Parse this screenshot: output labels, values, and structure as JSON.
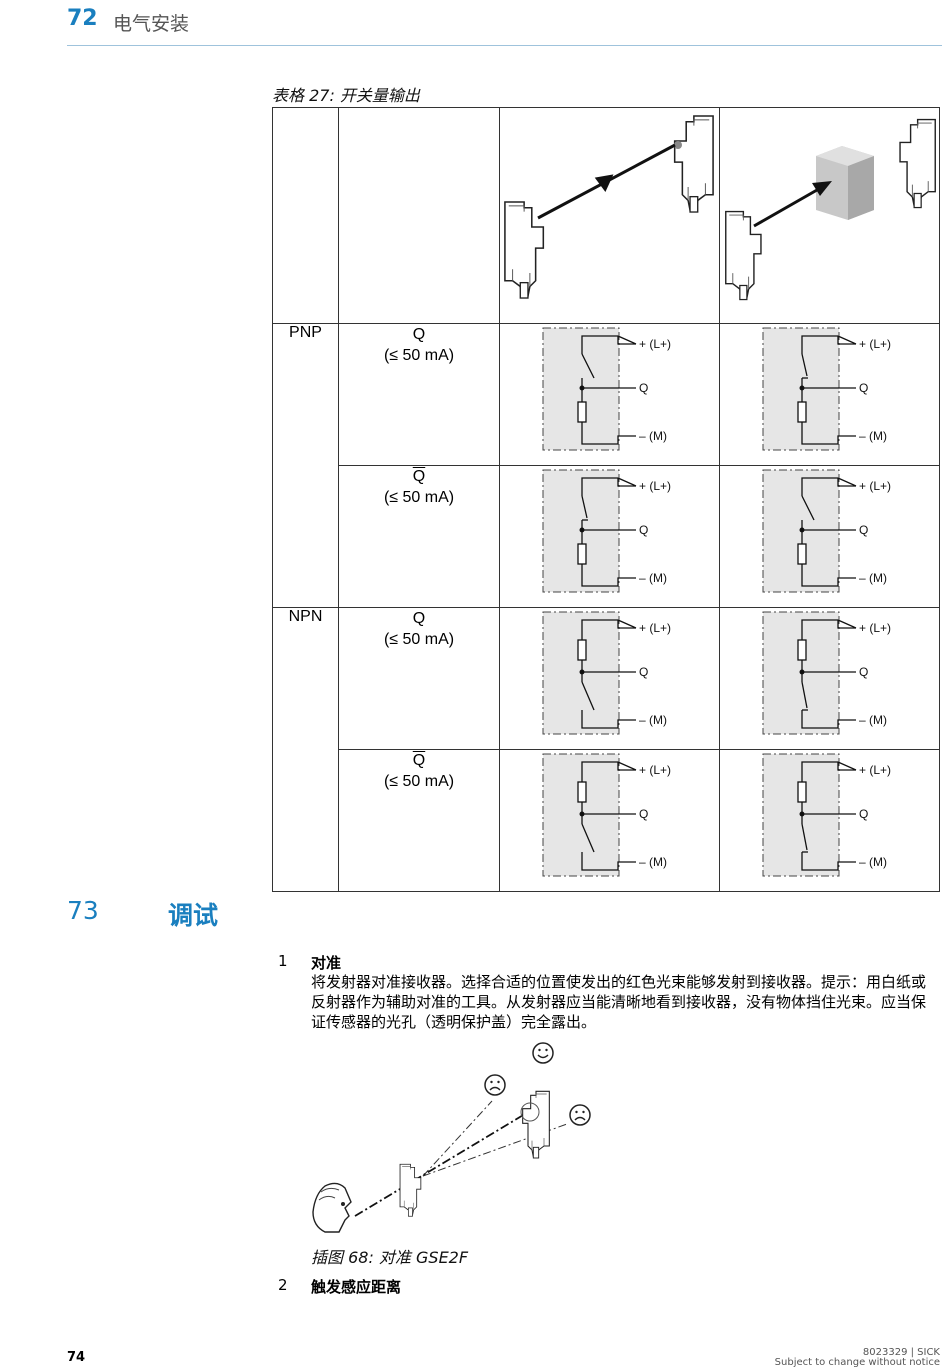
{
  "header": {
    "chapter_number": "72",
    "chapter_title": "电气安装"
  },
  "table": {
    "caption": "表格 27: 开关量输出",
    "rows": [
      {
        "type": "PNP",
        "signal": "Q",
        "current": "(≤ 50 mA)",
        "inverted": false
      },
      {
        "type": "",
        "signal": "Q",
        "current": "(≤ 50 mA)",
        "inverted": true
      },
      {
        "type": "NPN",
        "signal": "Q",
        "current": "(≤ 50 mA)",
        "inverted": false
      },
      {
        "type": "",
        "signal": "Q",
        "current": "(≤ 50 mA)",
        "inverted": true
      }
    ],
    "circuit_labels": {
      "plus": "+ (L+)",
      "q": "Q",
      "minus": "– (M)"
    }
  },
  "section": {
    "number": "73",
    "title": "调试"
  },
  "steps": [
    {
      "number": "1",
      "title": "对准",
      "body": "将发射器对准接收器。选择合适的位置使发出的红色光束能够发射到接收器。提示：用白纸或反射器作为辅助对准的工具。从发射器应当能清晰地看到接收器，没有物体挡住光束。应当保证传感器的光孔（透明保护盖）完全露出。"
    },
    {
      "number": "2",
      "title": "触发感应距离"
    }
  ],
  "figure": {
    "caption": "插图 68: 对准 GSE2F"
  },
  "footer": {
    "page": "74",
    "doc_id": "8023329 | SICK",
    "notice": "Subject to change without notice"
  }
}
